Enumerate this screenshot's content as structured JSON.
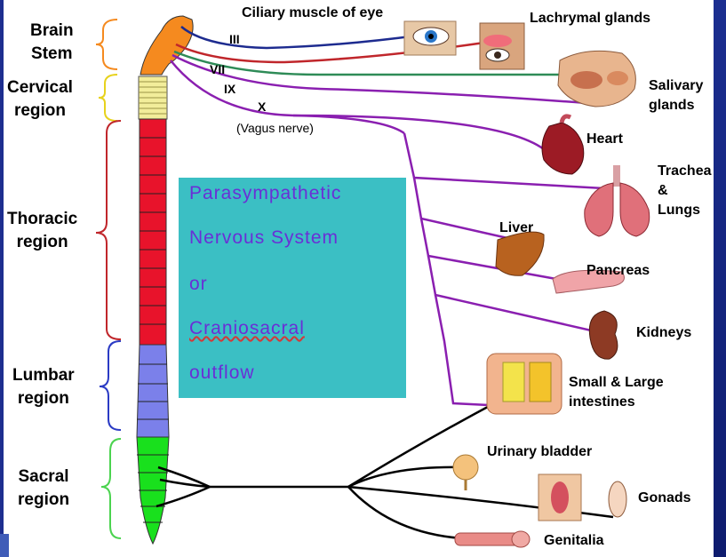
{
  "title": {
    "line1": "Parasympathetic",
    "line2": "Nervous System",
    "line3": "or",
    "line4": "Craniosacral",
    "line5": "outflow"
  },
  "regions": {
    "brain_stem": "Brain\nStem",
    "cervical": "Cervical\nregion",
    "thoracic": "Thoracic\nregion",
    "lumbar": "Lumbar\nregion",
    "sacral": "Sacral\nregion"
  },
  "nerves": {
    "iii": "III",
    "vii": "VII",
    "ix": "IX",
    "x": "X",
    "vagus": "(Vagus nerve)"
  },
  "organs": {
    "ciliary": "Ciliary muscle of eye",
    "lachrymal": "Lachrymal glands",
    "salivary": "Salivary\nglands",
    "heart": "Heart",
    "trachea": "Trachea\n&\nLungs",
    "liver": "Liver",
    "pancreas": "Pancreas",
    "kidneys": "Kidneys",
    "intestines": "Small & Large\nintestines",
    "bladder": "Urinary bladder",
    "gonads": "Gonads",
    "genitalia": "Genitalia"
  },
  "colors": {
    "brain_stem": "#f58a1f",
    "cervical": "#f2ed9a",
    "thoracic": "#e8132b",
    "lumbar": "#7b80ea",
    "sacral": "#19e01d",
    "nerve_iii": "#1d2b8f",
    "nerve_vii": "#c0262b",
    "nerve_ix": "#2e8b57",
    "vagus": "#8a1fb0",
    "sacral_nerve": "#000000",
    "box": "#3bbfc4",
    "box_text": "#6a2fd6"
  }
}
